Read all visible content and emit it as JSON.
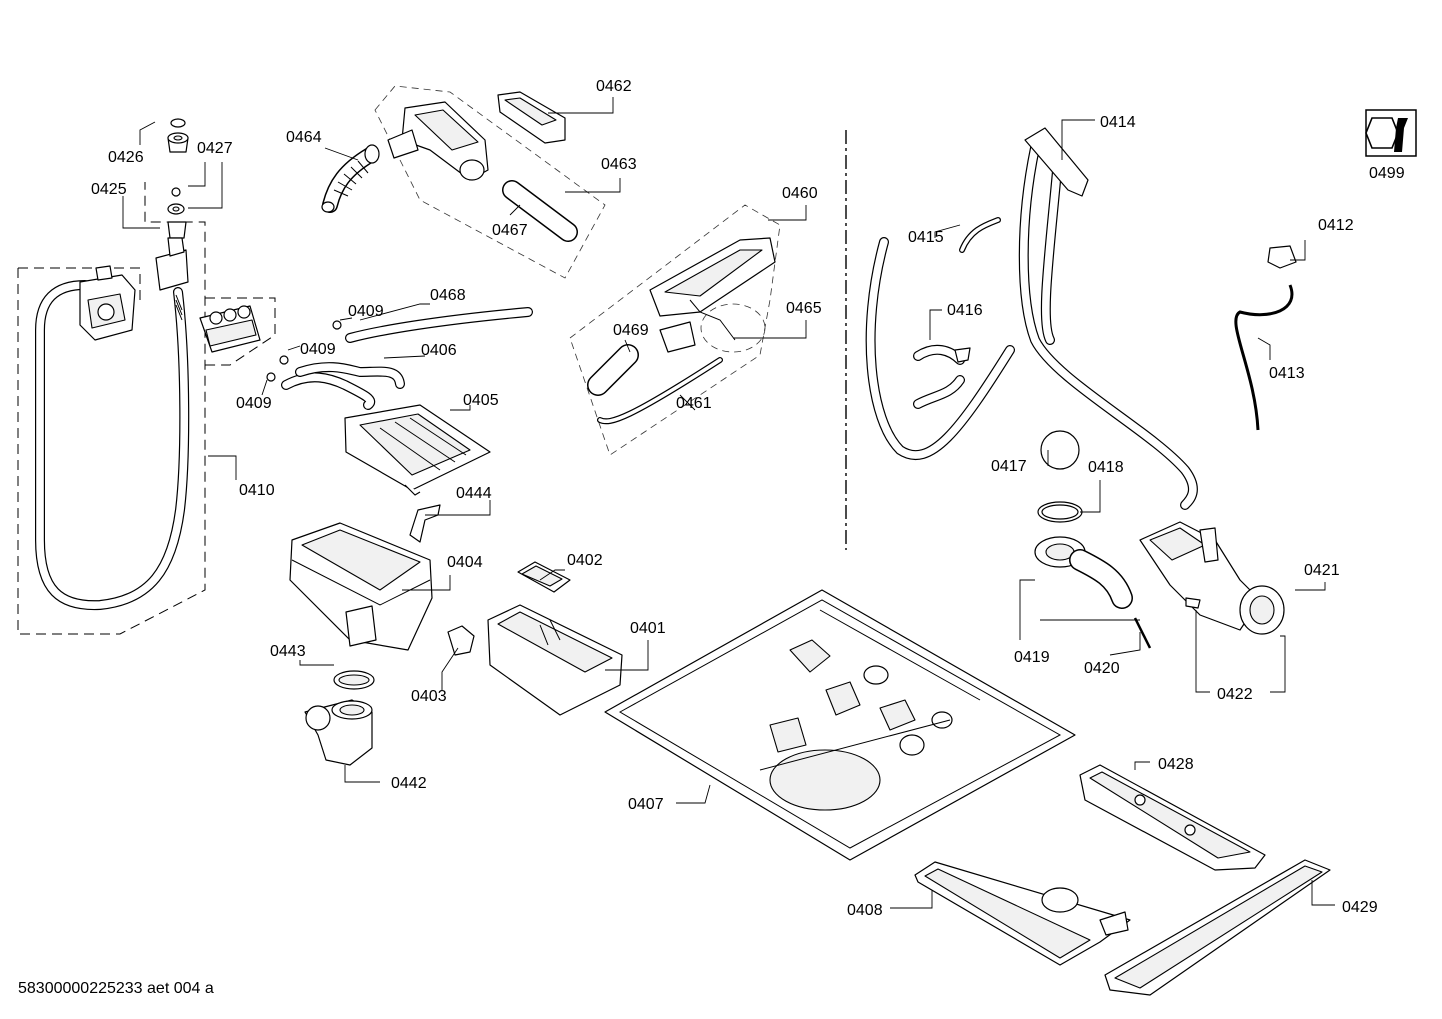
{
  "labels": {
    "p0426": "0426",
    "p0427": "0427",
    "p0425": "0425",
    "p0410": "0410",
    "p0464": "0464",
    "p0462": "0462",
    "p0463": "0463",
    "p0467": "0467",
    "p0460": "0460",
    "p0465": "0465",
    "p0469": "0469",
    "p0461": "0461",
    "p0468": "0468",
    "p0409a": "0409",
    "p0409b": "0409",
    "p0409c": "0409",
    "p0406": "0406",
    "p0405": "0405",
    "p0444": "0444",
    "p0404": "0404",
    "p0443": "0443",
    "p0442": "0442",
    "p0403": "0403",
    "p0402": "0402",
    "p0401": "0401",
    "p0407": "0407",
    "p0414": "0414",
    "p0415": "0415",
    "p0416": "0416",
    "p0417": "0417",
    "p0418": "0418",
    "p0419": "0419",
    "p0420": "0420",
    "p0421": "0421",
    "p0422": "0422",
    "p0412": "0412",
    "p0413": "0413",
    "p0499": "0499",
    "p0428": "0428",
    "p0408": "0408",
    "p0429": "0429"
  },
  "footer": "58300000225233 aet 004 a",
  "icons": {
    "service": "wrench-nut-icon"
  }
}
